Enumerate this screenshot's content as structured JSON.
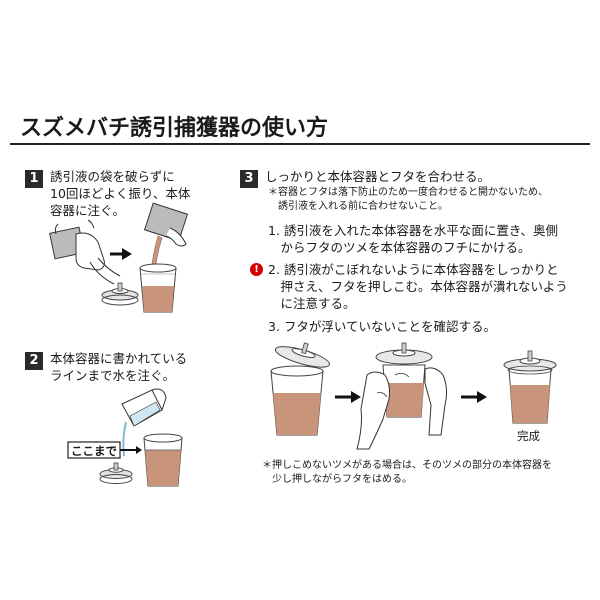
{
  "title": "スズメバチ誘引捕獲器の使い方",
  "step1": {
    "num": "1",
    "lines": [
      "誘引液の袋を破らずに",
      "10回ほどよく振り、本体",
      "容器に注ぐ。"
    ]
  },
  "step2": {
    "num": "2",
    "lines": [
      "本体容器に書かれている",
      "ラインまで水を注ぐ。"
    ],
    "line_label": "ここまで"
  },
  "step3": {
    "num": "3",
    "heading": "しっかりと本体容器とフタを合わせる。",
    "note": [
      "＊容器とフタは落下防止のため一度合わせると開かないため、",
      "　誘引液を入れる前に合わせないこと。"
    ],
    "sub1": [
      "1. 誘引液を入れた本体容器を水平な面に置き、奥側",
      "　からフタのツメを本体容器のフチにかける。"
    ],
    "warn_icon": "!",
    "sub2": [
      "2. 誘引液がこぼれないように本体容器をしっかりと",
      "　押さえ、フタを押しこむ。本体容器が潰れないよう",
      "　に注意する。"
    ],
    "sub3": "3. フタが浮いていないことを確認する。",
    "complete_label": "完成",
    "footnote": [
      "＊押しこめないツメがある場合は、そのツメの部分の本体容器を",
      "　少し押しながらフタをはめる。"
    ]
  },
  "colors": {
    "liquid": "#c8957a",
    "text": "#1a1a1a",
    "warn": "#d40000",
    "badge": "#2a2a2a"
  }
}
